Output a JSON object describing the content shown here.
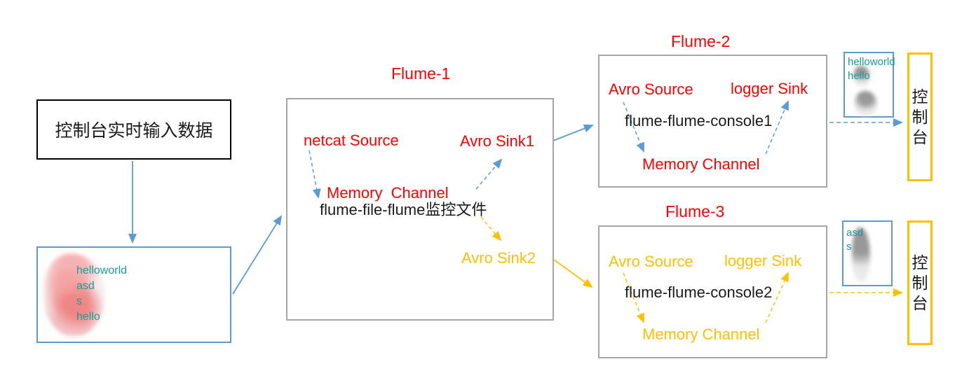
{
  "input_console": {
    "label": "控制台实时输入数据"
  },
  "input_data": {
    "lines": [
      "helloworld",
      "asd",
      "s",
      "hello"
    ]
  },
  "flume1": {
    "title": "Flume-1",
    "source_label": "netcat Source",
    "channel_label": "Memory  Channel",
    "job_label": "flume-file-flume监控文件",
    "sink1_label": "Avro Sink1",
    "sink2_label": "Avro Sink2"
  },
  "flume2": {
    "title": "Flume-2",
    "source_label": "Avro Source",
    "sink_label": "logger Sink",
    "job_label": "flume-flume-console1",
    "channel_label": "Memory Channel"
  },
  "flume3": {
    "title": "Flume-3",
    "source_label": "Avro Source",
    "sink_label": "logger Sink",
    "job_label": "flume-flume-console2",
    "channel_label": "Memory Channel"
  },
  "console1": {
    "label": "控制台",
    "output_lines": [
      "helloworld",
      "hello"
    ]
  },
  "console2": {
    "label": "控制台",
    "output_lines": [
      "asd",
      "s"
    ]
  },
  "colors": {
    "accent_red": "#ff0000",
    "accent_amber": "#ffc000",
    "accent_blue": "#5b9bd5",
    "output_teal": "#1b9a9a",
    "box_gray": "#a6a6a6"
  }
}
